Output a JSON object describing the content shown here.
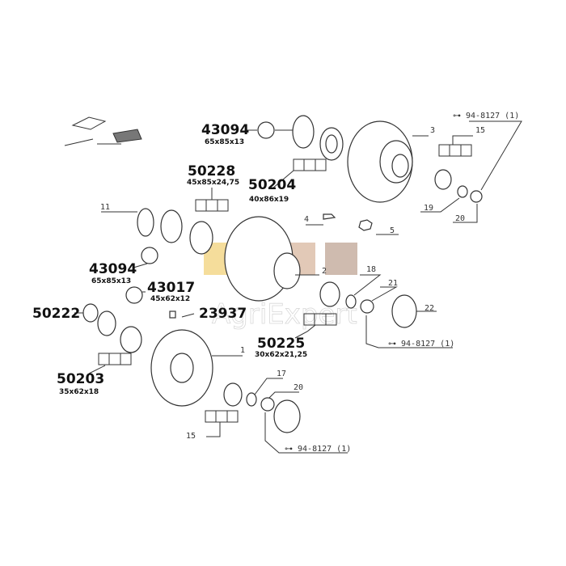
{
  "diagram": {
    "references": [
      {
        "code": "43094",
        "size": "65x85x13"
      },
      {
        "code": "50228",
        "size": "45x85x24,75"
      },
      {
        "code": "50204",
        "size": "40x86x19"
      },
      {
        "code": "43094",
        "size": "65x85x13"
      },
      {
        "code": "43017",
        "size": "45x62x12"
      },
      {
        "code": "50222",
        "size": ""
      },
      {
        "code": "23937",
        "size": ""
      },
      {
        "code": "50225",
        "size": "30x62x21,25"
      },
      {
        "code": "50203",
        "size": "35x62x18"
      }
    ],
    "part_numbers": [
      "3",
      "15",
      "19",
      "20",
      "11",
      "4",
      "5",
      "2",
      "18",
      "21",
      "22",
      "1",
      "17",
      "20",
      "15"
    ],
    "pin_refs": [
      "94-8127 (1)",
      "94-8127 (1)",
      "94-8127 (1)"
    ]
  },
  "watermark": {
    "text": "AgriExpert",
    "colors": [
      "#f2d27a",
      "#9fd17a",
      "#d9b8a0",
      "#bfa595"
    ]
  }
}
